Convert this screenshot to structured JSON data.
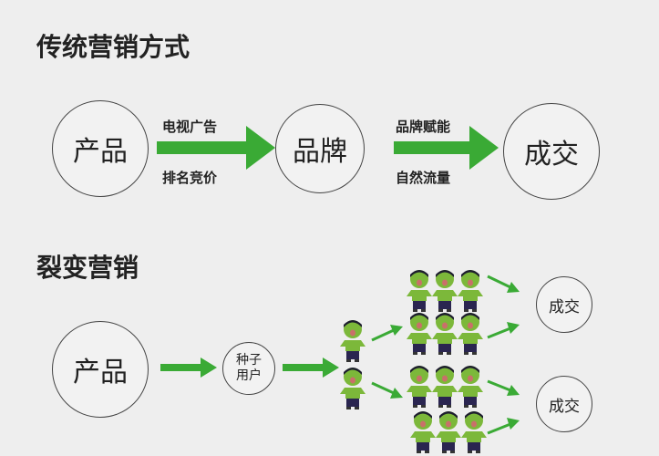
{
  "traditional": {
    "title": "传统营销方式",
    "product": "产品",
    "brand": "品牌",
    "deal": "成交",
    "arrow1_top": "电视广告",
    "arrow1_bottom": "排名竞价",
    "arrow2_top": "品牌赋能",
    "arrow2_bottom": "自然流量"
  },
  "fission": {
    "title": "裂变营销",
    "product": "产品",
    "seed_line1": "种子",
    "seed_line2": "用户",
    "deal_top": "成交",
    "deal_bottom": "成交"
  },
  "colors": {
    "arrow": "#3aaa35",
    "figure_skin": "#7cb83a",
    "figure_pants": "#2a2550"
  }
}
